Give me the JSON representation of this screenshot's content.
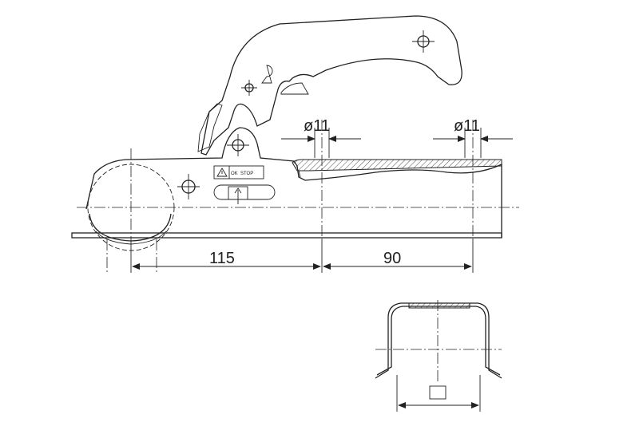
{
  "dimensions": {
    "hole_left": "ø11",
    "hole_right": "ø11",
    "length_115": "115",
    "length_90": "90"
  },
  "warning_label": {
    "ok_text": "OK",
    "stop_text": "STOP"
  },
  "colors": {
    "line": "#222222",
    "background": "#ffffff"
  }
}
